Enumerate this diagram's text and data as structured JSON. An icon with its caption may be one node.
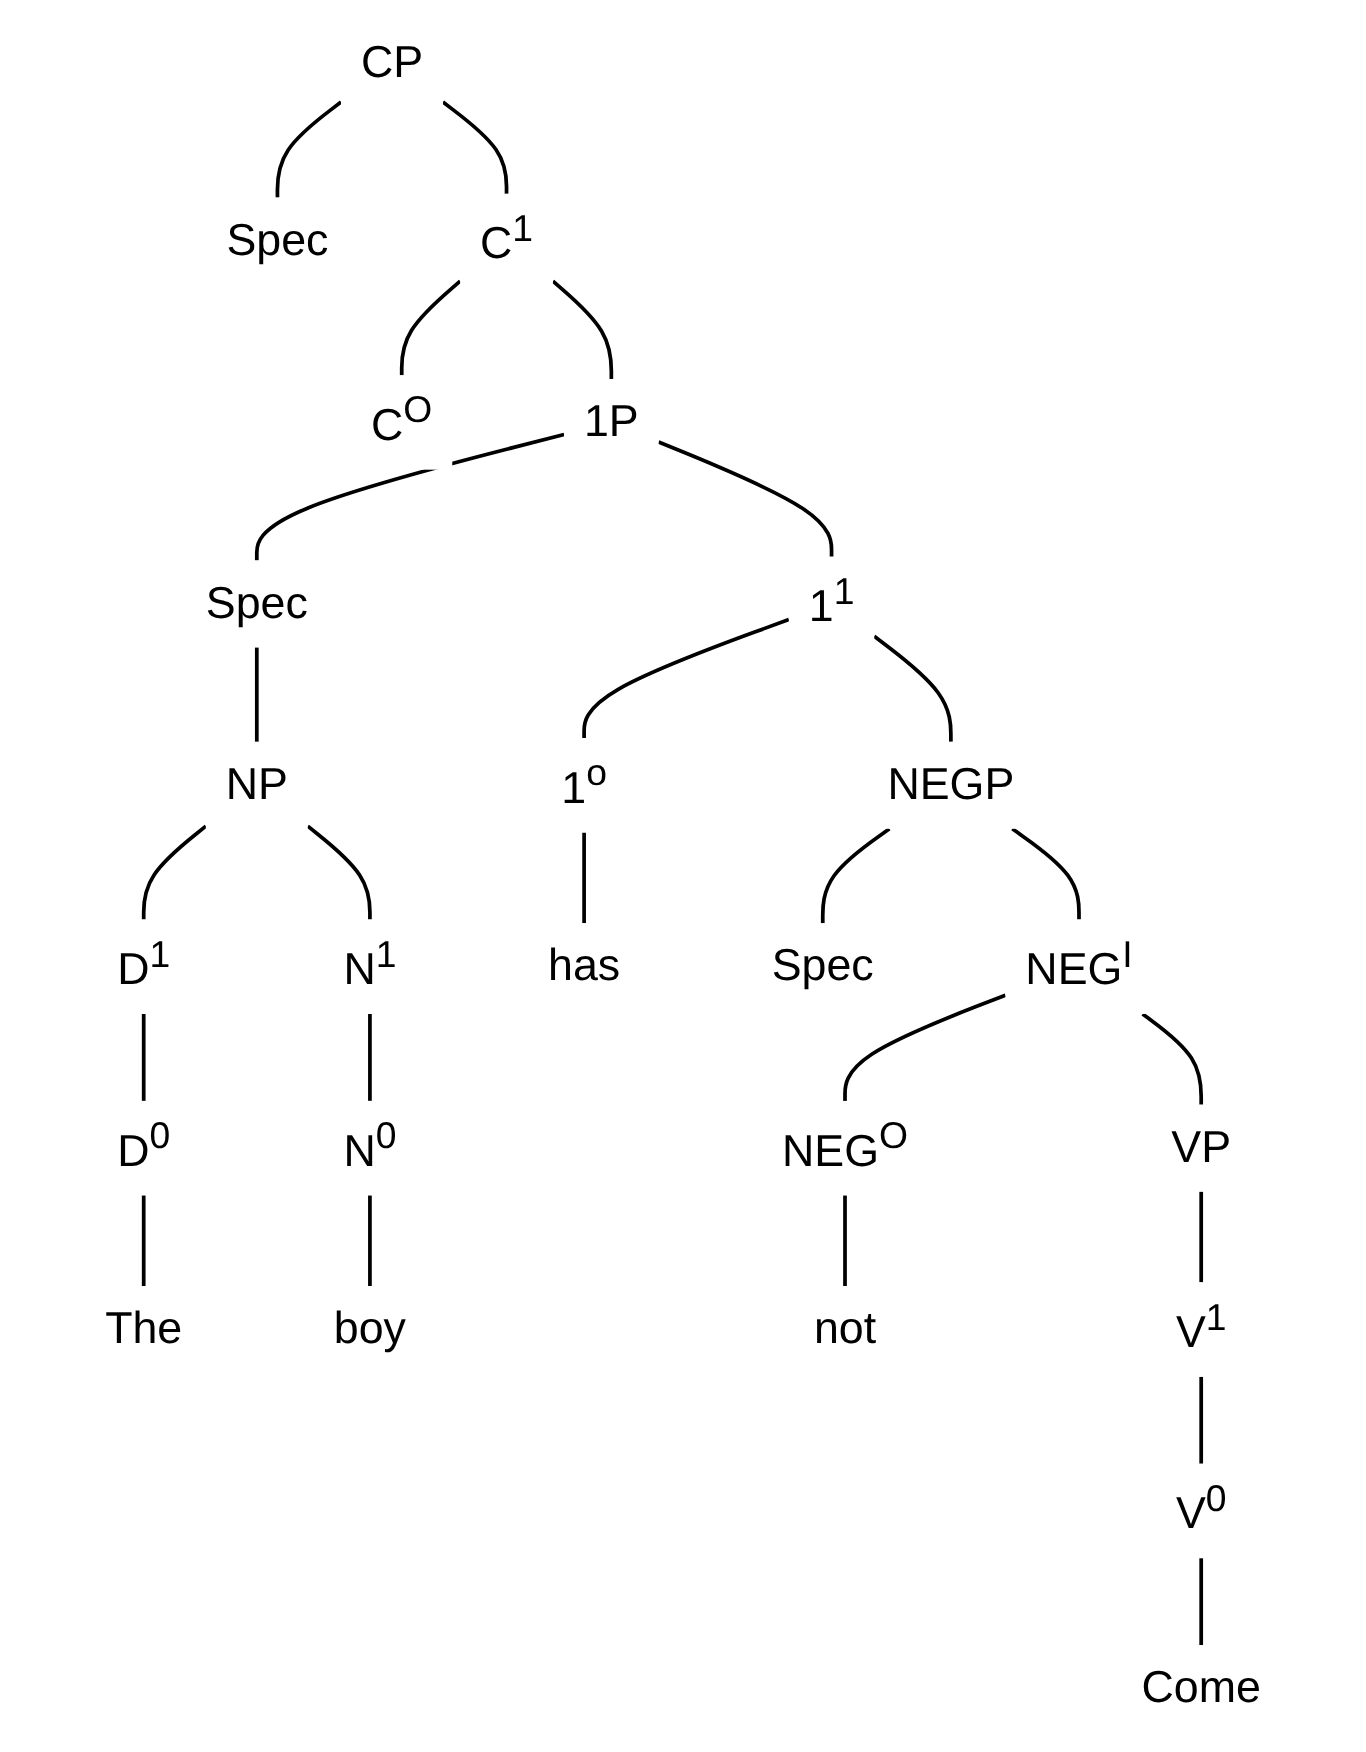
{
  "diagram": {
    "nodes": [
      {
        "text": [
          "CP"
        ]
      },
      {
        "text": [
          "Spec"
        ]
      },
      {
        "text": [
          "C$^{1}$"
        ]
      },
      {
        "text": [
          "C$^{O}$"
        ]
      },
      {
        "text": [
          "1P"
        ]
      },
      {
        "text": [
          "Spec"
        ]
      },
      {
        "text": [
          "1$^{1}$"
        ]
      },
      {
        "text": [
          "NP"
        ]
      },
      {
        "text": [
          "1$^{o}$"
        ]
      },
      {
        "text": [
          "NEGP"
        ]
      },
      {
        "text": [
          "D$^{1}$"
        ]
      },
      {
        "text": [
          "N$^{1}$"
        ]
      },
      {
        "text": [
          "Spec"
        ]
      },
      {
        "text": [
          "NEG$^{I}$"
        ]
      },
      {
        "text": [
          "D$^{0}$"
        ]
      },
      {
        "text": [
          "N$^{0}$"
        ]
      },
      {
        "text": [
          "NEG$^{O}$"
        ]
      },
      {
        "text": [
          "VP"
        ]
      },
      {
        "text": [
          "V$^{1}$"
        ]
      },
      {
        "text": [
          "V$^{0}$"
        ]
      },
      {
        "text": [
          "The"
        ]
      },
      {
        "text": [
          "boy"
        ]
      },
      {
        "text": [
          "has"
        ]
      },
      {
        "text": [
          "not"
        ]
      },
      {
        "text": [
          "Come"
        ]
      }
    ],
    "edges": [
      {
        "from": 0,
        "to": 1,
        "arrow": "none"
      },
      {
        "from": 0,
        "to": 2,
        "arrow": "none"
      },
      {
        "from": 2,
        "to": 3,
        "arrow": "none"
      },
      {
        "from": 2,
        "to": 4,
        "arrow": "none"
      },
      {
        "from": 4,
        "to": 5,
        "arrow": "none"
      },
      {
        "from": 4,
        "to": 6,
        "arrow": "none"
      },
      {
        "from": 5,
        "to": 7,
        "arrow": "none"
      },
      {
        "from": 6,
        "to": 8,
        "arrow": "none"
      },
      {
        "from": 6,
        "to": 9,
        "arrow": "none"
      },
      {
        "from": 7,
        "to": 10,
        "arrow": "none"
      },
      {
        "from": 7,
        "to": 11,
        "arrow": "none"
      },
      {
        "from": 9,
        "to": 12,
        "arrow": "none"
      },
      {
        "from": 9,
        "to": 13,
        "arrow": "none"
      },
      {
        "from": 10,
        "to": 14,
        "arrow": "none"
      },
      {
        "from": 11,
        "to": 15,
        "arrow": "none"
      },
      {
        "from": 13,
        "to": 16,
        "arrow": "none"
      },
      {
        "from": 13,
        "to": 17,
        "arrow": "none"
      },
      {
        "from": 17,
        "to": 18,
        "arrow": "none"
      },
      {
        "from": 18,
        "to": 19,
        "arrow": "none"
      },
      {
        "from": 14,
        "to": 20,
        "arrow": "none"
      },
      {
        "from": 15,
        "to": 21,
        "arrow": "none"
      },
      {
        "from": 8,
        "to": 22,
        "arrow": "none"
      },
      {
        "from": 16,
        "to": 23,
        "arrow": "none"
      },
      {
        "from": 19,
        "to": 24,
        "arrow": "none"
      }
    ]
  }
}
